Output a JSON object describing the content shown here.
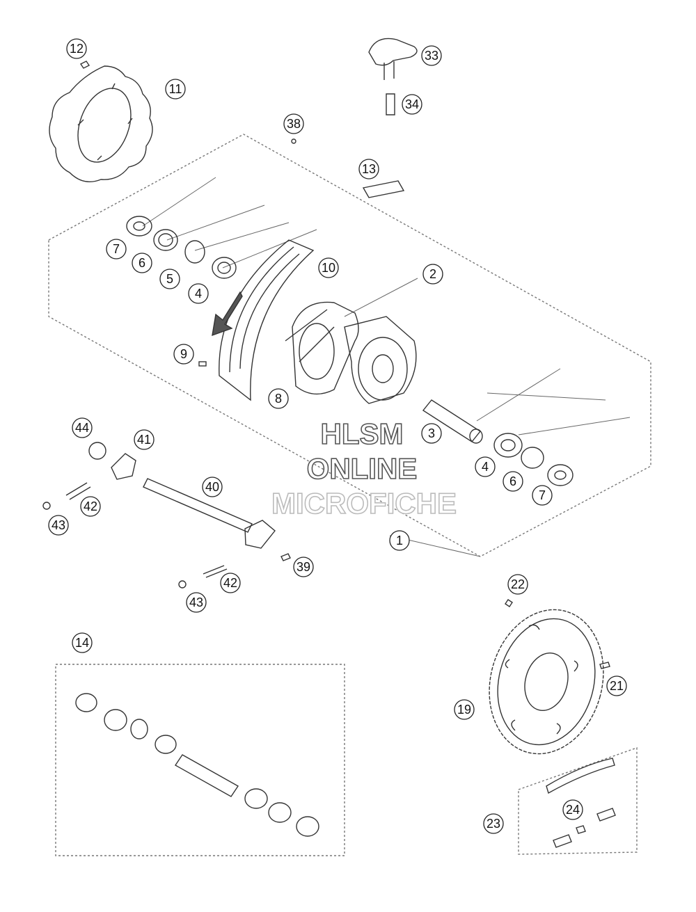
{
  "watermark": {
    "line1": "HLSM",
    "line2": "ONLINE",
    "line3": "MICROFICHE"
  },
  "callouts": {
    "c12": "12",
    "c11": "11",
    "c33": "33",
    "c34": "34",
    "c38": "38",
    "c13": "13",
    "c7a": "7",
    "c6a": "6",
    "c5": "5",
    "c4a": "4",
    "c10": "10",
    "c2": "2",
    "c9": "9",
    "c8": "8",
    "c3": "3",
    "c4b": "4",
    "c6b": "6",
    "c7b": "7",
    "c1": "1",
    "c44": "44",
    "c41": "41",
    "c42a": "42",
    "c43a": "43",
    "c40": "40",
    "c39": "39",
    "c42b": "42",
    "c43b": "43",
    "c14": "14",
    "c22": "22",
    "c21": "21",
    "c19": "19",
    "c23": "23",
    "c24": "24"
  }
}
